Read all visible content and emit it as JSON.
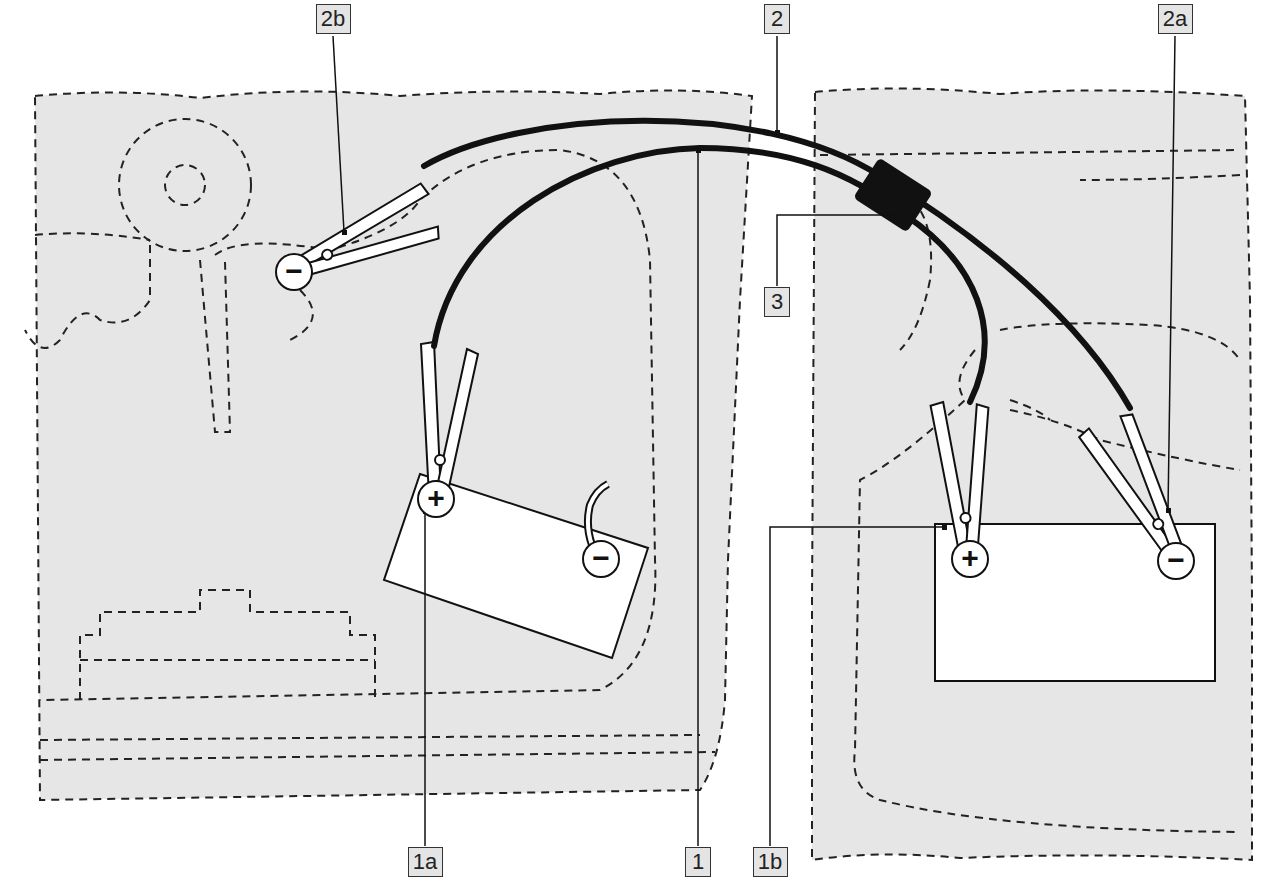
{
  "diagram": {
    "nodes": [
      {
        "text": [
          "2b"
        ]
      },
      {
        "text": [
          "2"
        ]
      },
      {
        "text": [
          "2a"
        ]
      },
      {
        "text": [
          "−"
        ]
      },
      {
        "text": [
          "3"
        ]
      },
      {
        "text": [
          "+"
        ]
      },
      {
        "text": [
          "−"
        ]
      },
      {
        "text": [
          "+"
        ]
      },
      {
        "text": [
          "−"
        ]
      },
      {
        "text": [
          "1a"
        ]
      },
      {
        "text": [
          "1"
        ]
      },
      {
        "text": [
          "1b"
        ]
      }
    ]
  }
}
